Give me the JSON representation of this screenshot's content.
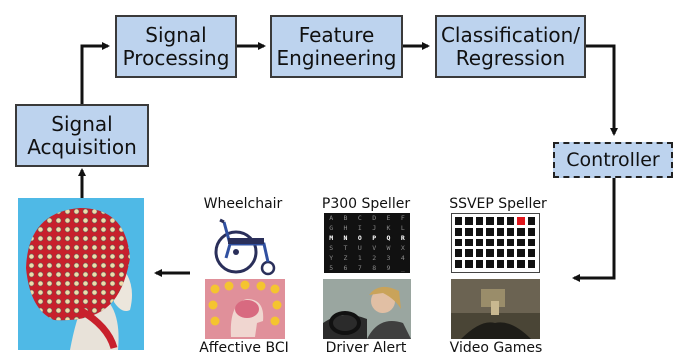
{
  "pipeline": {
    "signal_acquisition": "Signal\nAcquisition",
    "signal_processing": "Signal\nProcessing",
    "feature_engineering": "Feature\nEngineering",
    "classification": "Classification/\nRegression",
    "controller": "Controller"
  },
  "applications": {
    "wheelchair": "Wheelchair",
    "p300_speller": "P300 Speller",
    "ssvep_speller": "SSVEP Speller",
    "affective_bci": "Affective BCI",
    "driver_alert": "Driver Alert",
    "video_games": "Video Games"
  },
  "p300_grid": [
    "A",
    "B",
    "C",
    "D",
    "E",
    "F",
    "G",
    "H",
    "I",
    "J",
    "K",
    "L",
    "M",
    "N",
    "O",
    "P",
    "Q",
    "R",
    "S",
    "T",
    "U",
    "V",
    "W",
    "X",
    "Y",
    "Z",
    "1",
    "2",
    "3",
    "4",
    "5",
    "6",
    "7",
    "8",
    "9",
    "_"
  ],
  "colors": {
    "box_fill": "#bdd3ee",
    "arrow": "#111111",
    "eeg_cap": "#c8202c",
    "ssvep_highlight": "#e0151b"
  }
}
